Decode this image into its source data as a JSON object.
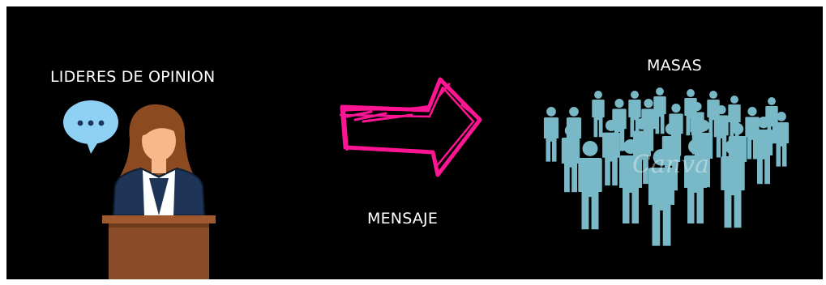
{
  "labels": {
    "leaders": "LIDERES DE OPINION",
    "masses": "MASAS",
    "message": "MENSAJE"
  },
  "watermark": "Canva",
  "colors": {
    "background": "#000000",
    "text": "#ffffff",
    "arrow": "#ff1493",
    "crowd": "#79b8c6",
    "bubble": "#8fd0f5",
    "podium": "#8a4b28",
    "suit": "#1e3557",
    "hair": "#8b4a1f",
    "skin": "#f7b98a"
  },
  "icons": {
    "speaker": "speaker-at-podium-icon",
    "speech": "speech-bubble-icon",
    "arrow": "arrow-right-icon",
    "crowd": "crowd-icon"
  }
}
